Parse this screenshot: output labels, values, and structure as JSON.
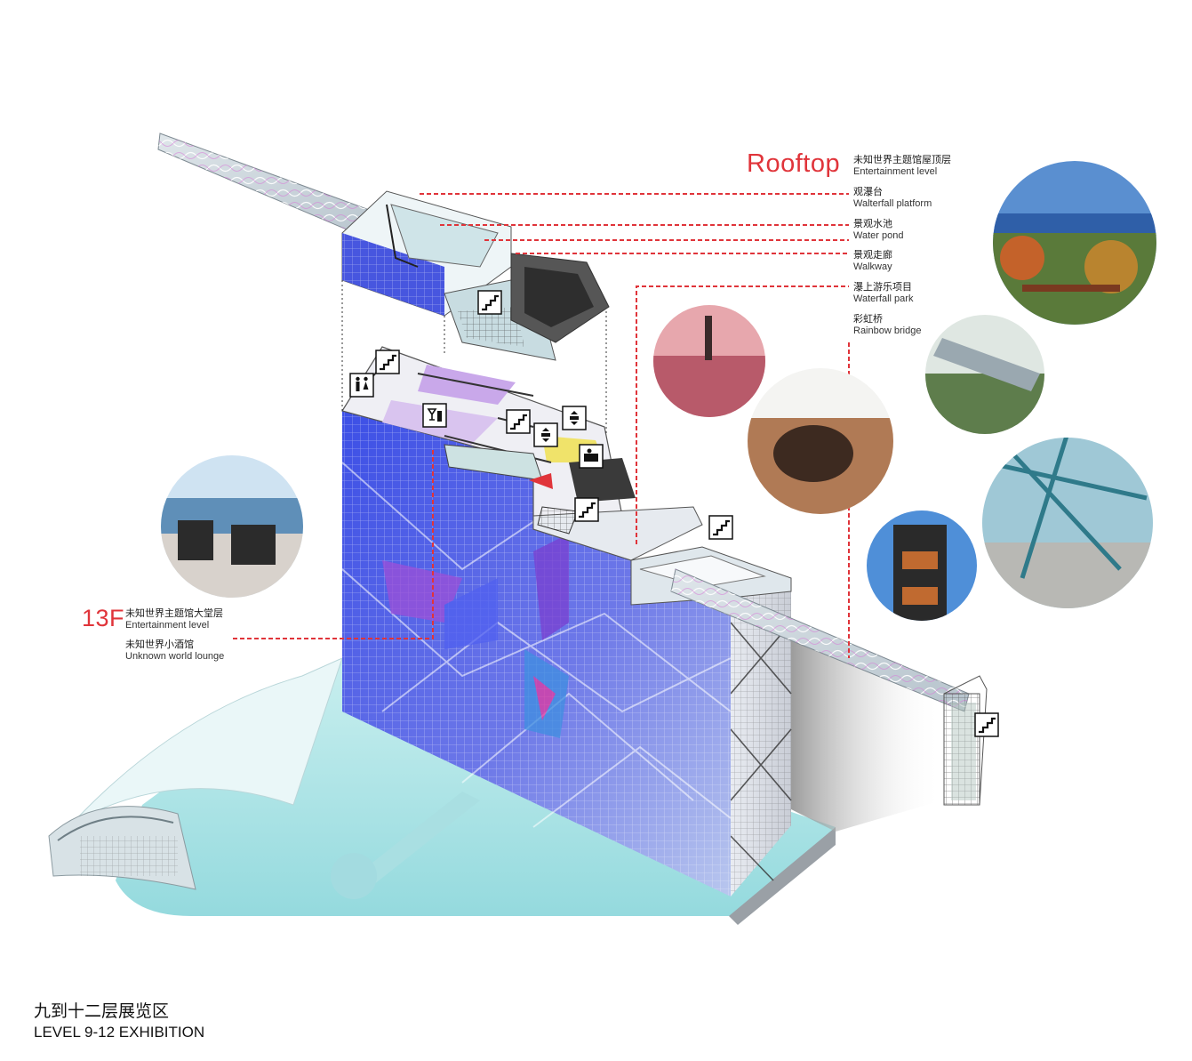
{
  "rooftop": {
    "title": "Rooftop",
    "level_zh": "未知世界主题馆屋顶层",
    "level_en": "Entertainment level",
    "items": [
      {
        "zh": "观瀑台",
        "en": "Walterfall platform"
      },
      {
        "zh": "景观水池",
        "en": "Water pond"
      },
      {
        "zh": "景观走廊",
        "en": "Walkway"
      },
      {
        "zh": "瀑上游乐项目",
        "en": "Waterfall park"
      },
      {
        "zh": "彩虹桥",
        "en": "Rainbow bridge"
      }
    ]
  },
  "floor13": {
    "title": "13F",
    "level_zh": "未知世界主题馆大堂层",
    "level_en": "Entertainment level",
    "item_zh": "未知世界小酒馆",
    "item_en": "Unknown world lounge"
  },
  "footer": {
    "title_zh": "九到十二层展览区",
    "title_en": "LEVEL 9-12 EXHIBITION"
  },
  "colors": {
    "accent_red": "#e0343a",
    "facade_blue": "#4a5be0",
    "water_cyan": "#bfeaea"
  },
  "icons": [
    "stairs-icon",
    "restroom-icon",
    "bar-icon",
    "elevator-icon",
    "ticket-icon"
  ]
}
